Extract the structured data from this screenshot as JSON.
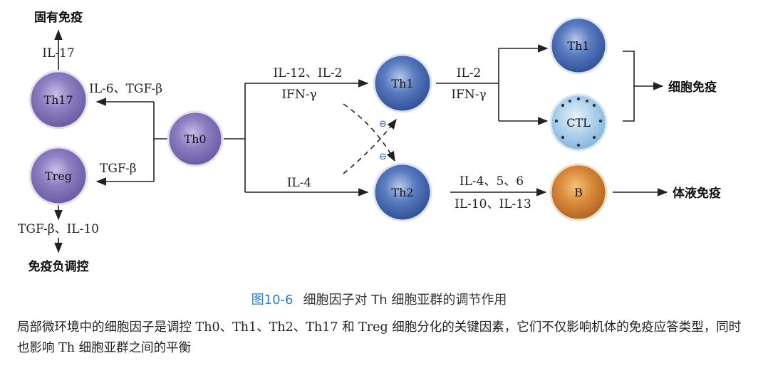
{
  "cells": {
    "th0": "Th0",
    "th17": "Th17",
    "treg": "Treg",
    "th1_mid": "Th1",
    "th2": "Th2",
    "th1_right": "Th1",
    "ctl": "CTL",
    "b": "B"
  },
  "outcomes": {
    "innate": "固有免疫",
    "negative_regulation": "免疫负调控",
    "cellular": "细胞免疫",
    "humoral": "体液免疫"
  },
  "cytokines": {
    "il17": "IL-17",
    "to_th17": "IL-6、TGF-β",
    "to_treg": "TGF-β",
    "treg_out": "TGF-β、IL-10",
    "to_th1_line1": "IL-12、IL-2",
    "to_th1_line2": "IFN-γ",
    "to_th2": "IL-4",
    "th1_out_line1": "IL-2",
    "th1_out_line2": "IFN-γ",
    "th2_out_line1": "IL-4、5、6",
    "th2_out_line2": "IL-10、IL-13"
  },
  "inhibition_symbol": "⊖",
  "figure": {
    "number": "图10-6",
    "title": "细胞因子对 Th 细胞亚群的调节作用",
    "caption": "局部微环境中的细胞因子是调控 Th0、Th1、Th2、Th17 和 Treg 细胞分化的关键因素，它们不仅影响机体的免疫应答类型，同时也影响 Th 细胞亚群之间的平衡"
  },
  "colors": {
    "purple_cell": "#7a6bb0",
    "blue_cell": "#3f65ae",
    "ctl_cell": "#a9cde9",
    "b_cell": "#c8752e",
    "figure_number": "#2f7dbf",
    "inhibition": "#1f5fa8"
  }
}
